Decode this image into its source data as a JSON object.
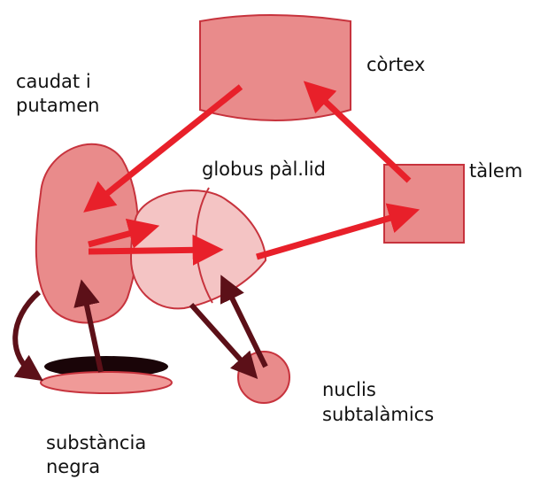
{
  "labels": {
    "cortex": "còrtex",
    "caudate_line1": "caudat i",
    "caudate_line2": "putamen",
    "globus": "globus pàl.lid",
    "thalamus": "tàlem",
    "subthalamic_line1": "nuclis",
    "subthalamic_line2": "subtalàmics",
    "nigra_line1": "substància",
    "nigra_line2": "negra"
  },
  "colors": {
    "structure_fill": "#e98b8b",
    "structure_fill_light": "#f4c4c4",
    "structure_stroke": "#c7333d",
    "arrow_red": "#e8202a",
    "arrow_dark": "#5c1018",
    "nigra_dark": "#1a0508",
    "nigra_pink": "#f09a98"
  }
}
